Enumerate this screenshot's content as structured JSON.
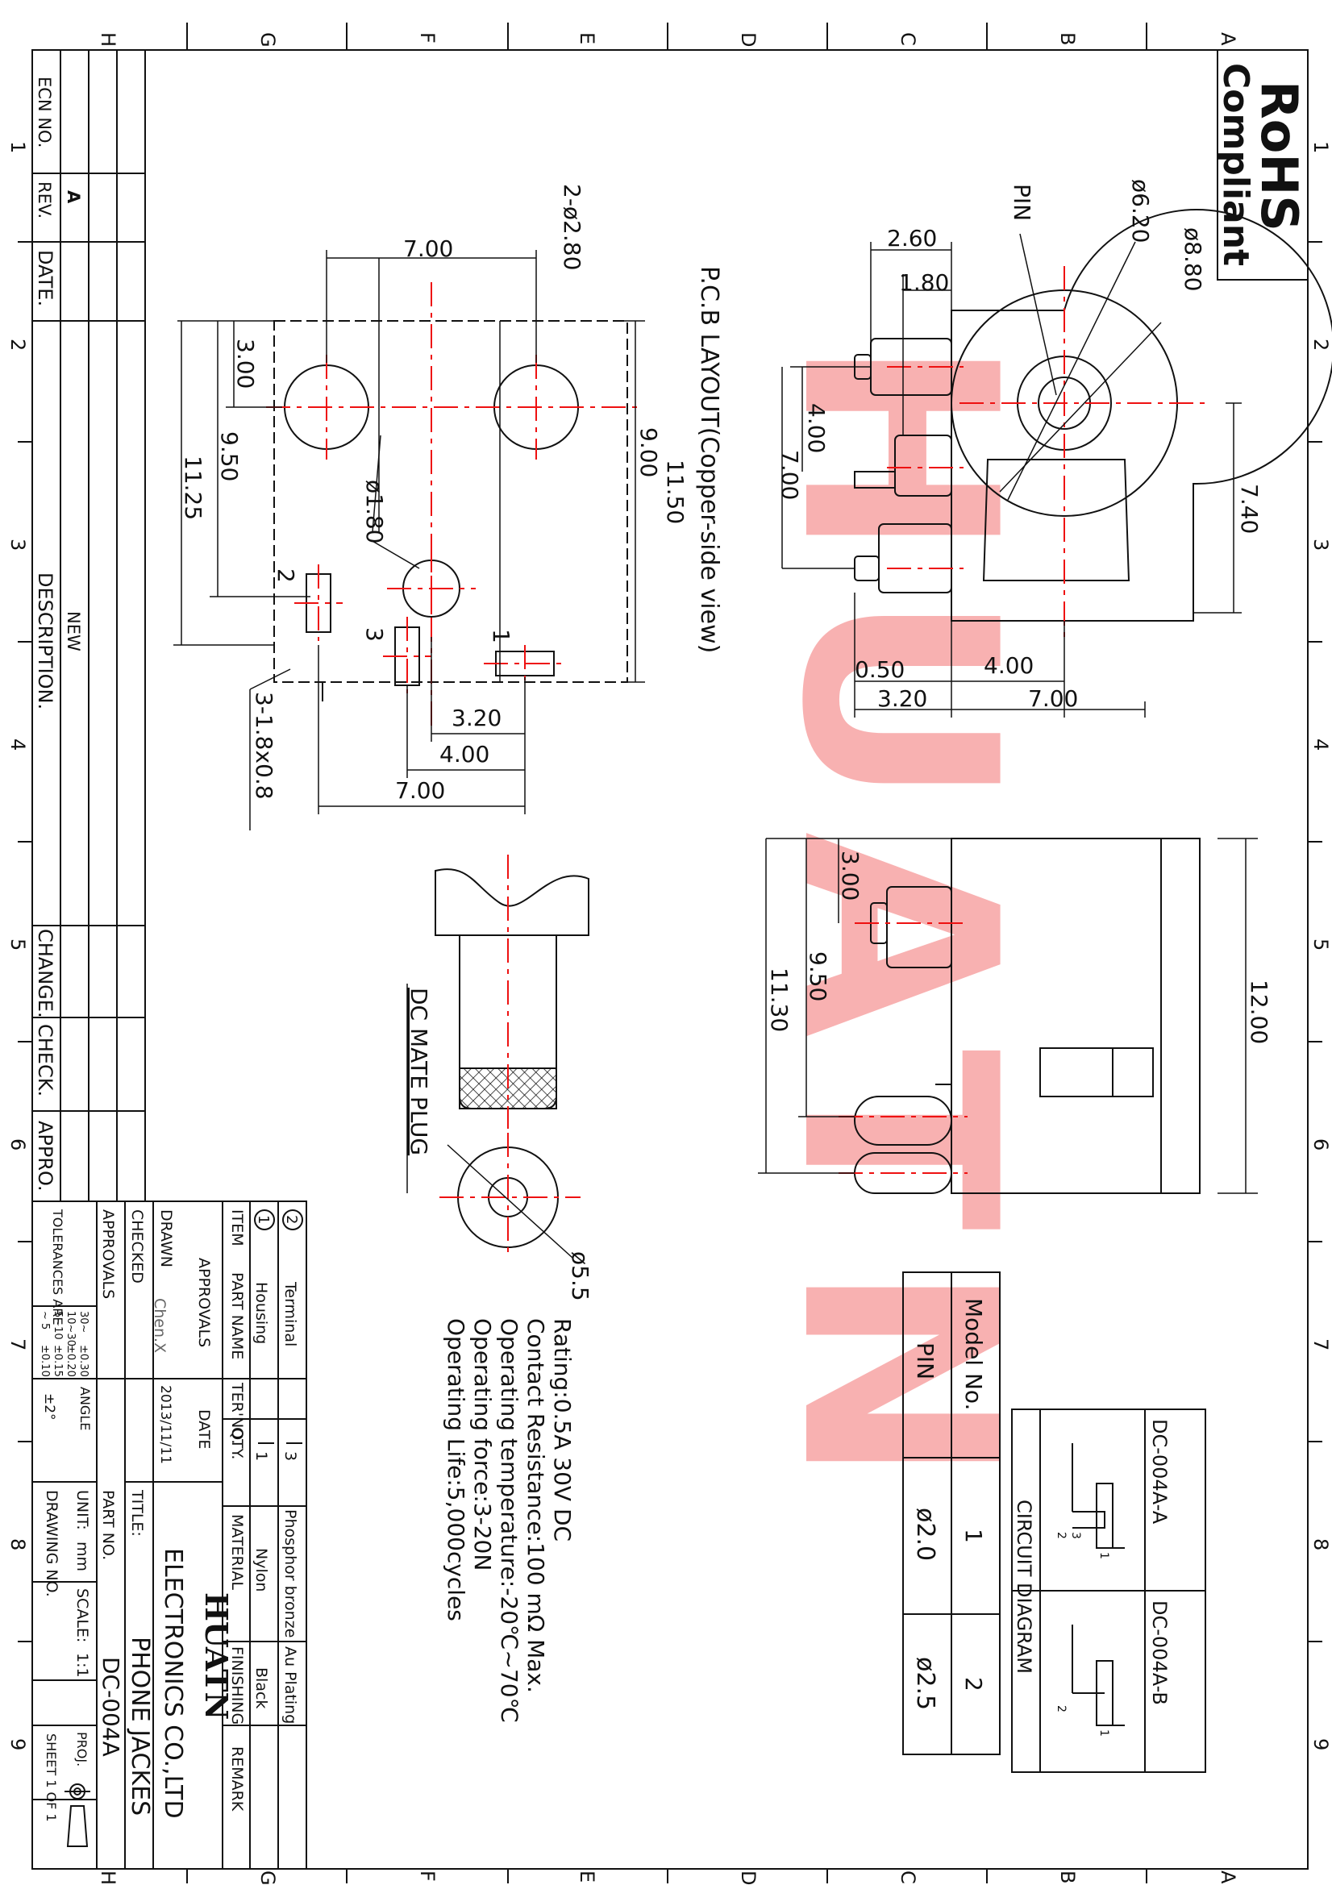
{
  "title_block": {
    "company": "HUATN",
    "company_full": "ELECTRONICS CO.,LTD",
    "title_label": "TITLE:",
    "title": "PHONE JACKES",
    "part_no_label": "PART NO.",
    "part_no": "DC-004A",
    "unit_label": "UNIT:",
    "unit": "mm",
    "scale_label": "SCALE:",
    "scale": "1:1",
    "proj_label": "PROJ.",
    "drawing_no_label": "DRAWING NO.",
    "sheet": "SHEET  1 OF 1",
    "drawn_label": "DRAWN",
    "drawn_by": "Chen.X",
    "date_label": "DATE",
    "date": "2013/11/11",
    "checked_label": "CHECKED",
    "approvals_label": "APPROVALS",
    "tolerances_label": "TOLERANCES  ARE",
    "tolerance_ranges": [
      "30~",
      "10~30",
      "5~10",
      "~ 5"
    ],
    "tolerance_values": [
      "±0.30",
      "±0.20",
      "±0.15",
      "±0.10"
    ],
    "angle_label": "ANGLE",
    "angle_tol": "±2°"
  },
  "bom": {
    "headers": [
      "ITEM",
      "PART NAME",
      "TER'NO.",
      "QTY.",
      "MATERIAL",
      "FINISHING",
      "REMARK"
    ],
    "rows": [
      {
        "item": "2",
        "name": "Terminal",
        "ter": "",
        "qty": "3",
        "material": "Phosphor bronze",
        "finish": "Au Plating",
        "remark": ""
      },
      {
        "item": "1",
        "name": "Housing",
        "ter": "",
        "qty": "1",
        "material": "Nylon",
        "finish": "Black",
        "remark": ""
      }
    ]
  },
  "revision": {
    "ecn_label": "ECN  NO.",
    "rev_label": "REV.",
    "rev": "A",
    "date_label": "DATE.",
    "description_label": "DESCRIPTION.",
    "description": "NEW",
    "change_label": "CHANGE.",
    "check_label": "CHECK.",
    "appro_label": "APPRO."
  },
  "zones": {
    "numbers": [
      "1",
      "2",
      "3",
      "4",
      "5",
      "6",
      "7",
      "8",
      "9"
    ],
    "letters": [
      "A",
      "B",
      "C",
      "D",
      "E",
      "F",
      "G",
      "H"
    ]
  },
  "rohs": {
    "line1": "RoHS",
    "line2": "Compliant"
  },
  "watermark": "HUATN",
  "pcb": {
    "title": "P.C.B  LAYOUT(Copper-side  view)",
    "holes": "2-ø2.80",
    "hole_small": "ø1.80",
    "slots": "3-1.8x0.8",
    "dims": [
      "7.00",
      "3.00",
      "9.50",
      "11.25",
      "9.00",
      "11.50",
      "3.20",
      "4.00",
      "7.00"
    ],
    "pins": [
      "1",
      "2",
      "3"
    ]
  },
  "front_view": {
    "dims": [
      "ø8.80",
      "ø6.20",
      "2.60",
      "1.80",
      "4.00",
      "7.00",
      "7.40",
      "0.50",
      "4.00",
      "3.20",
      "7.00"
    ],
    "pin_label": "PIN"
  },
  "side_view": {
    "dims": [
      "12.00",
      "3.00",
      "9.50",
      "11.30"
    ]
  },
  "plug": {
    "title": "DC  MATE  PLUG",
    "dia": "ø5.5"
  },
  "specs": [
    "Rating:0.5A  30V  DC",
    "Contact  Resistance:100  mΩ  Max.",
    "Operating  temperature:-20℃~70℃",
    "Operating  force:3-20N",
    "Operating  Life:5,000cycles"
  ],
  "model_table": {
    "model_label": "Model  No.",
    "pin_label": "PIN",
    "cols": [
      "1",
      "2"
    ],
    "values": [
      "ø2.0",
      "ø2.5"
    ]
  },
  "circuit": {
    "title": "CIRCUIT  DIAGRAM",
    "models": [
      "DC-004A-A",
      "DC-004A-B"
    ],
    "pins_a": [
      "1",
      "3",
      "2"
    ],
    "pins_b": [
      "1",
      "2"
    ]
  },
  "colors": {
    "line": "#111111",
    "center": "#ee1111",
    "watermark": "#f7a4a4"
  }
}
